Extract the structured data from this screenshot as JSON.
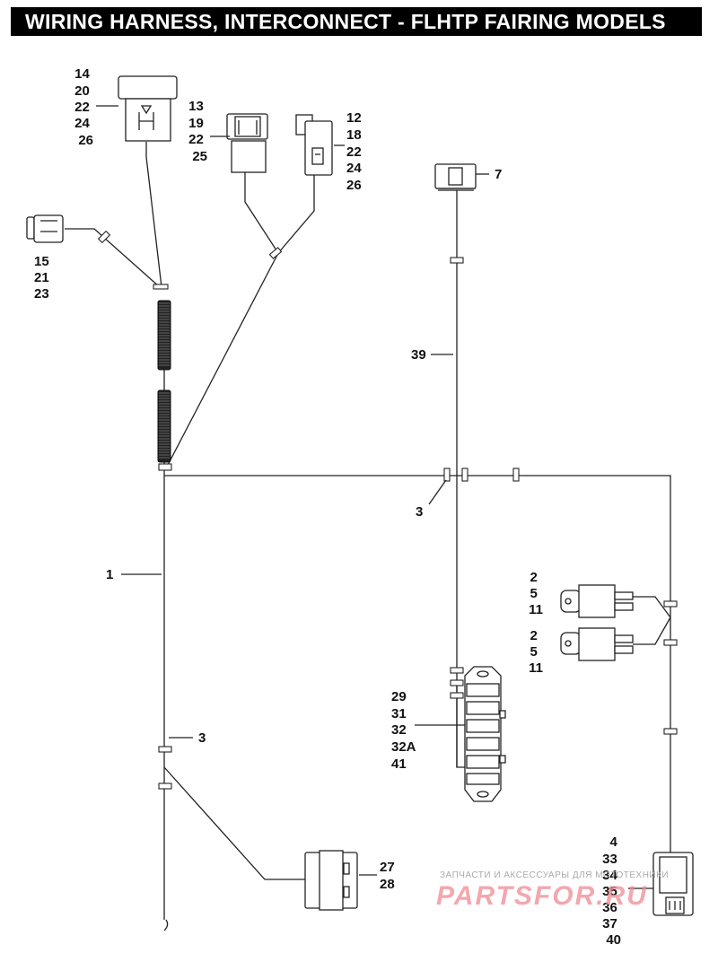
{
  "title": "WIRING HARNESS, INTERCONNECT - FLHTP FAIRING MODELS",
  "callouts": {
    "c14_26": [
      "14",
      "20",
      "22",
      "24",
      "26"
    ],
    "c13_25": [
      "13",
      "19",
      "22",
      "25"
    ],
    "c12_26": [
      "12",
      "18",
      "22",
      "24",
      "26"
    ],
    "c7": "7",
    "c15_23": [
      "15",
      "21",
      "23"
    ],
    "c39": "39",
    "c1": "1",
    "c3_mid": "3",
    "c3_low": "3",
    "relay_a": [
      "2",
      "5",
      "11"
    ],
    "relay_b": [
      "2",
      "5",
      "11"
    ],
    "c29_41": [
      "29",
      "31",
      "32",
      "32A",
      "41"
    ],
    "c27_28": [
      "27",
      "28"
    ],
    "c4_40": [
      "4",
      "33",
      "34",
      "35",
      "36",
      "37",
      "40"
    ]
  },
  "watermark": {
    "line1": "ЗАПЧАСТИ И АКСЕССУАРЫ ДЛЯ МОТОТЕХНИКИ",
    "line2": "PARTSFOR.RU"
  }
}
